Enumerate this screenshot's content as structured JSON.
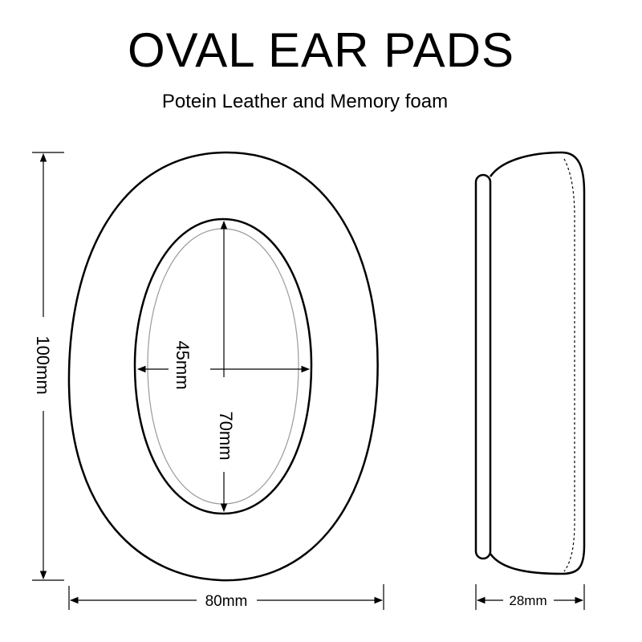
{
  "header": {
    "title": "OVAL EAR PADS",
    "subtitle": "Potein Leather and Memory foam"
  },
  "dimensions": {
    "height": "100mm",
    "width": "80mm",
    "inner_width": "45mm",
    "inner_height": "70mm",
    "thickness": "28mm"
  },
  "colors": {
    "outline": "#000000",
    "inner_rim": "#9a9a9a",
    "background": "#ffffff"
  }
}
